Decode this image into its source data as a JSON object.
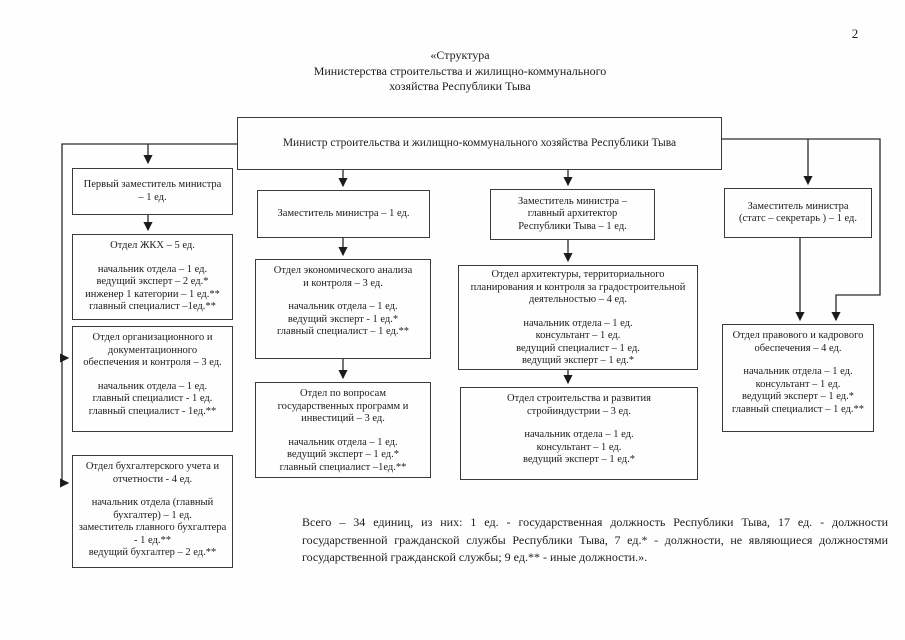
{
  "page_number": "2",
  "title_lines": [
    "«Структура",
    "Министерства строительства и жилищно-коммунального",
    "хозяйства Республики Тыва"
  ],
  "org": {
    "minister": {
      "title_lines": [
        "Министр строительства и жилищно-коммунального хозяйства Республики Тыва"
      ]
    },
    "first_deputy": {
      "title_lines": [
        "Первый заместитель министра",
        "– 1 ед."
      ]
    },
    "dept_zhkh": {
      "title_lines": [
        "Отдел ЖКХ – 5 ед."
      ],
      "staff": [
        "начальник отдела – 1 ед.",
        "ведущий эксперт – 2 ед.*",
        "инженер 1 категории – 1 ед.**",
        "главный специалист –1ед.**"
      ]
    },
    "dept_org_doc": {
      "title_lines": [
        "Отдел организационного и",
        "документационного",
        "обеспечения и контроля – 3 ед."
      ],
      "staff": [
        "начальник отдела – 1 ед.",
        "главный специалист - 1 ед.",
        "главный специалист - 1ед.**"
      ]
    },
    "dept_buh": {
      "title_lines": [
        "Отдел бухгалтерского учета и",
        "отчетности - 4 ед."
      ],
      "staff": [
        "начальник отдела (главный бухгалтер) – 1 ед.",
        "заместитель главного бухгалтера - 1 ед.**",
        "ведущий бухгалтер – 2 ед.**"
      ]
    },
    "deputy2": {
      "title_lines": [
        "Заместитель министра – 1 ед."
      ]
    },
    "dept_econ": {
      "title_lines": [
        "Отдел экономического анализа",
        "и контроля – 3 ед."
      ],
      "staff": [
        "начальник отдела – 1 ед.",
        "ведущий эксперт - 1 ед.*",
        "главный специалист – 1 ед.**"
      ]
    },
    "dept_prog": {
      "title_lines": [
        "Отдел по вопросам",
        "государственных программ и",
        "инвестиций – 3 ед."
      ],
      "staff": [
        "начальник отдела – 1 ед.",
        "ведущий эксперт – 1 ед.*",
        "главный специалист –1ед.**"
      ]
    },
    "deputy_arch": {
      "title_lines": [
        "Заместитель министра –",
        "главный архитектор",
        "Республики Тыва – 1 ед."
      ]
    },
    "dept_arch": {
      "title_lines": [
        "Отдел архитектуры, территориального",
        "планирования и контроля за градостроительной",
        "деятельностью – 4 ед."
      ],
      "staff": [
        "начальник отдела – 1 ед.",
        "консультант – 1 ед.",
        "ведущий специалист – 1 ед.",
        "ведущий эксперт – 1 ед.*"
      ]
    },
    "dept_stroy": {
      "title_lines": [
        "Отдел строительства и развития",
        "стройиндустрии – 3 ед."
      ],
      "staff": [
        "начальник отдела – 1 ед.",
        "консультант – 1 ед.",
        "ведущий эксперт – 1 ед.*"
      ]
    },
    "deputy_stats": {
      "title_lines": [
        "Заместитель министра",
        "(статс – секретарь ) – 1 ед."
      ]
    },
    "dept_legal": {
      "title_lines": [
        "Отдел правового и кадрового",
        "обеспечения – 4 ед."
      ],
      "staff": [
        "начальник отдела – 1 ед.",
        "консультант – 1 ед.",
        "ведущий эксперт – 1 ед.*",
        "главный специалист – 1 ед.**"
      ]
    }
  },
  "note": "Всего – 34 единиц, из них: 1 ед. - государственная должность Республики Тыва, 17 ед. - должности государственной гражданской службы Республики Тыва, 7 ед.* - должности, не являющиеся должностями государственной гражданской службы; 9 ед.** - иные должности.»."
}
